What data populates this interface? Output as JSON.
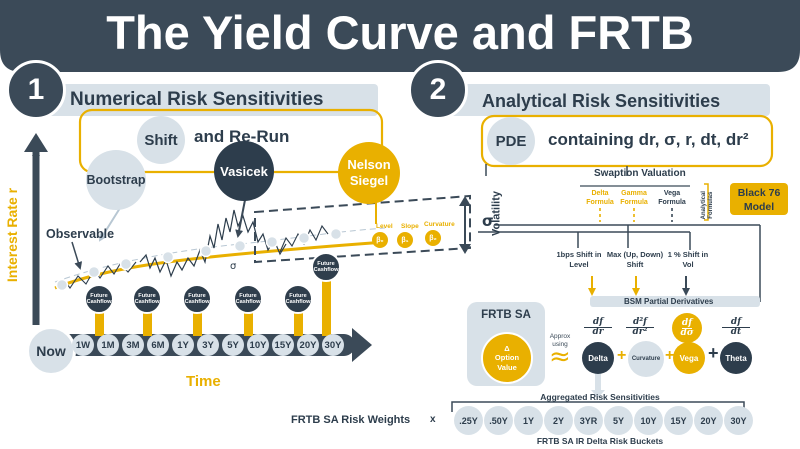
{
  "title": "The Yield Curve and FRTB",
  "colors": {
    "navy": "#3b4a58",
    "gold": "#e9b000",
    "light": "#d8e1e8"
  },
  "section1": {
    "number": "1",
    "header": "Numerical Risk Sensitivities",
    "shift_label": "Shift",
    "rerun_label": "and Re-Run",
    "bootstrap": "Bootstrap",
    "vasicek": "Vasicek",
    "nelson_siegel": "Nelson Siegel",
    "observable": "Observable",
    "sigma_small": "σ",
    "factors": {
      "level_label": "Level",
      "level_symbol": "β₀",
      "slope_label": "Slope",
      "slope_symbol": "β₁",
      "curvature_label": "Curvature",
      "curvature_symbol": "β₂"
    },
    "y_axis_label": "Interest Rate r",
    "x_axis_label": "Time",
    "now_label": "Now",
    "tenors": [
      "1W",
      "1M",
      "3M",
      "6M",
      "1Y",
      "3Y",
      "5Y",
      "10Y",
      "15Y",
      "20Y",
      "30Y"
    ],
    "future_cashflow_label": "Future Cashflow"
  },
  "section2": {
    "number": "2",
    "header": "Analytical Risk Sensitivities",
    "pde_label": "PDE",
    "pde_text": "containing dr, σ, r, dt, dr²",
    "swaption_title": "Swaption Valuation",
    "delta_formula": "Delta Formula",
    "gamma_formula": "Gamma Formula",
    "vega_formula": "Vega Formula",
    "analytical_formulas": "Analytical Formulas",
    "black76": "Black 76 Model",
    "volatility_label": "Volatility",
    "sigma_big": "σ",
    "shift_level": "1bps Shift in Level",
    "max_shift": "Max (Up, Down) Shift",
    "vol_shift": "1 % Shift in Vol",
    "bsm_title": "BSM Partial Derivatives",
    "frtb_sa": "FRTB SA",
    "option_value_symbol": "Δ",
    "option_value": "Option Value",
    "approx_label": "Approx using",
    "approx_symbol": "≈",
    "derivs": {
      "delta_num": "df",
      "delta_den": "dr",
      "curv_num": "d²f",
      "curv_den": "dr²",
      "vega_num": "df",
      "vega_den": "dσ",
      "theta_num": "df",
      "theta_den": "dt"
    },
    "greeks": {
      "delta": "Delta",
      "curvature": "Curvature",
      "vega": "Vega",
      "theta": "Theta"
    },
    "plus": "+",
    "aggregated": "Aggregated Risk Sensitivities",
    "risk_weights": "FRTB SA Risk Weights",
    "times": "x",
    "buckets": [
      ".25Y",
      ".50Y",
      "1Y",
      "2Y",
      "3YR",
      "5Y",
      "10Y",
      "15Y",
      "20Y",
      "30Y"
    ],
    "buckets_caption": "FRTB SA IR Delta Risk Buckets"
  }
}
